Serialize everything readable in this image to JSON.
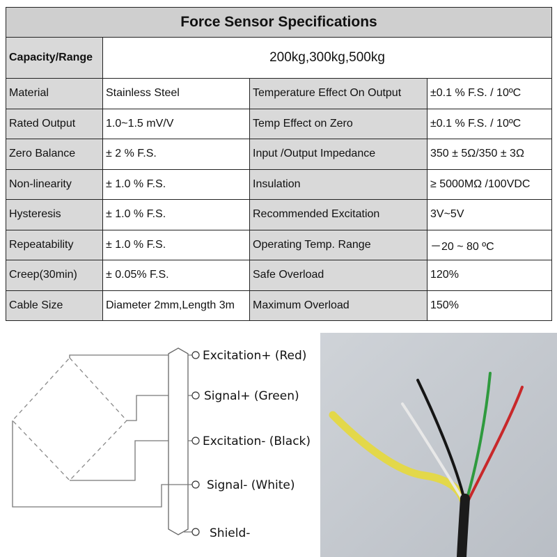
{
  "title": "Force Sensor Specifications",
  "capacity": {
    "label": "Capacity/Range",
    "value": "200kg,300kg,500kg"
  },
  "specs": [
    {
      "l1": "Material",
      "v1": "Stainless Steel",
      "l2": "Temperature Effect On Output",
      "v2": "±0.1 % F.S. / 10ºC"
    },
    {
      "l1": "Rated Output",
      "v1": "1.0~1.5 mV/V",
      "l2": "Temp Effect on Zero",
      "v2": "±0.1 % F.S. / 10ºC"
    },
    {
      "l1": "Zero Balance",
      "v1": "± 2 % F.S.",
      "l2": "Input /Output  Impedance",
      "v2": "350 ± 5Ω/350 ± 3Ω"
    },
    {
      "l1": "Non-linearity",
      "v1": "± 1.0 % F.S.",
      "l2": "Insulation",
      "v2": "≥ 5000MΩ /100VDC"
    },
    {
      "l1": "Hysteresis",
      "v1": "± 1.0 % F.S.",
      "l2": "Recommended Excitation",
      "v2": "3V~5V"
    },
    {
      "l1": "Repeatability",
      "v1": "± 1.0 % F.S.",
      "l2": "Operating Temp. Range",
      "v2": "－20 ~ 80 ºC"
    },
    {
      "l1": "Creep(30min)",
      "v1": "± 0.05% F.S.",
      "l2": "Safe Overload",
      "v2": "120%"
    },
    {
      "l1": "Cable Size",
      "v1": "Diameter 2mm,Length 3m",
      "l2": "Maximum Overload",
      "v2": "150%"
    }
  ],
  "wiring": {
    "excitation_plus": "Excitation+ (Red)",
    "signal_plus": "Signal+ (Green)",
    "excitation_minus": "Excitation- (Black)",
    "signal_minus": "Signal- (White)",
    "shield": "Shield-"
  },
  "photo": {
    "wire_colors": {
      "yellow": "#e3d84a",
      "white": "#e8e8e8",
      "black": "#151515",
      "green": "#2f9a3e",
      "red": "#c8282a",
      "jacket": "#1b1b1b"
    }
  }
}
